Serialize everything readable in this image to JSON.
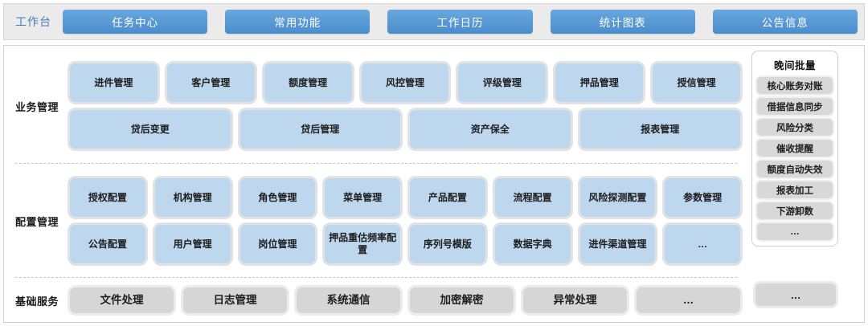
{
  "topbar": {
    "workbench_label": "工作台",
    "buttons": [
      {
        "label": "任务中心"
      },
      {
        "label": "常用功能"
      },
      {
        "label": "工作日历"
      },
      {
        "label": "统计图表"
      },
      {
        "label": "公告信息"
      }
    ]
  },
  "sections": {
    "business": {
      "label": "业务管理",
      "row1": [
        {
          "label": "进件管理"
        },
        {
          "label": "客户管理"
        },
        {
          "label": "额度管理"
        },
        {
          "label": "风控管理"
        },
        {
          "label": "评级管理"
        },
        {
          "label": "押品管理"
        },
        {
          "label": "授信管理"
        }
      ],
      "row2": [
        {
          "label": "贷后变更"
        },
        {
          "label": "贷后管理"
        },
        {
          "label": "资产保全"
        },
        {
          "label": "报表管理"
        }
      ]
    },
    "config": {
      "label": "配置管理",
      "row1": [
        {
          "label": "授权配置"
        },
        {
          "label": "机构管理"
        },
        {
          "label": "角色管理"
        },
        {
          "label": "菜单管理"
        },
        {
          "label": "产品配置"
        },
        {
          "label": "流程配置"
        },
        {
          "label": "风险探测配置"
        },
        {
          "label": "参数管理"
        }
      ],
      "row2": [
        {
          "label": "公告配置"
        },
        {
          "label": "用户管理"
        },
        {
          "label": "岗位管理"
        },
        {
          "label": "押品重估频率配置"
        },
        {
          "label": "序列号模版"
        },
        {
          "label": "数据字典"
        },
        {
          "label": "进件渠道管理"
        },
        {
          "label": "…"
        }
      ]
    },
    "base": {
      "label": "基础服务",
      "row1": [
        {
          "label": "文件处理"
        },
        {
          "label": "日志管理"
        },
        {
          "label": "系统通信"
        },
        {
          "label": "加密解密"
        },
        {
          "label": "异常处理"
        },
        {
          "label": "…"
        }
      ]
    }
  },
  "night_batch": {
    "title": "晚间批量",
    "items": [
      {
        "label": "核心账务对账"
      },
      {
        "label": "借据信息同步"
      },
      {
        "label": "风险分类"
      },
      {
        "label": "催收提醒"
      },
      {
        "label": "额度自动失效"
      },
      {
        "label": "报表加工"
      },
      {
        "label": "下游卸数"
      },
      {
        "label": "…"
      }
    ],
    "extra_label": "…"
  },
  "colors": {
    "topbar_bg": "#ebebeb",
    "button_blue": "#5b9bd5",
    "tile_blue": "#bdd7ee",
    "tile_gray": "#d6d6d6",
    "label_blue": "#4a7ebb"
  }
}
